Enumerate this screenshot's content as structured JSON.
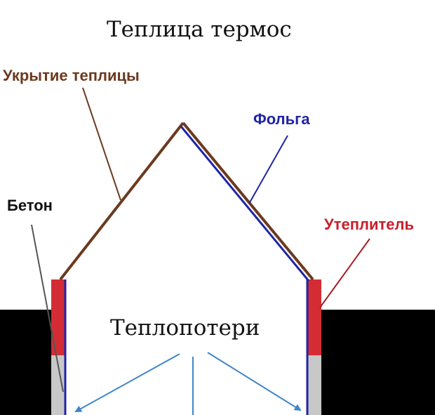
{
  "title": "Теплица термос",
  "labels": {
    "cover": "Укрытие теплицы",
    "foil": "Фольга",
    "concrete": "Бетон",
    "insulation": "Утеплитель",
    "heat_loss": "Теплопотери"
  },
  "colors": {
    "cover": "#6b3a1f",
    "foil": "#1f24a6",
    "concrete": "#111111",
    "insulation": "#c81e2a",
    "ground": "#000000",
    "wall_insulation": "#d42c34",
    "wall_concrete": "#c8c8c8",
    "arrows": "#3f86c8"
  }
}
